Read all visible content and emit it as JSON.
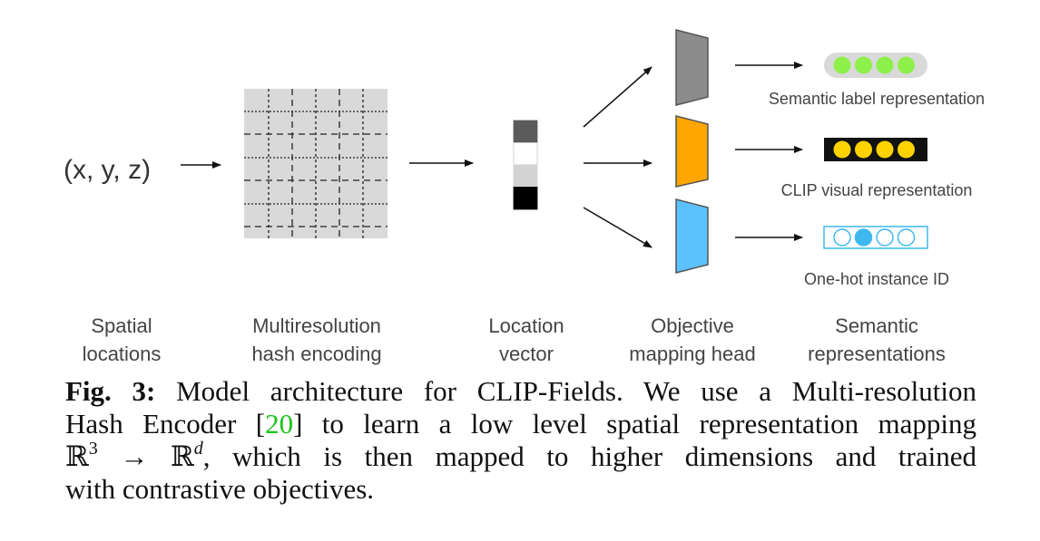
{
  "diagram": {
    "input_text": "(x, y, z)",
    "outputs": [
      {
        "label": "Semantic label representation",
        "style": "filled-green",
        "circles": 4,
        "color": "#8ef04a",
        "bg": "#d9d9d9"
      },
      {
        "label": "CLIP visual representation",
        "style": "filled-yellow",
        "circles": 4,
        "color": "#ffd200",
        "bg": "#111111"
      },
      {
        "label": "One-hot instance ID",
        "style": "one-hot",
        "circles": 4,
        "active_index": 1,
        "color": "#3fb8f0"
      }
    ],
    "heads": [
      {
        "color": "#8c8c8c"
      },
      {
        "color": "#ffa500"
      },
      {
        "color": "#5cc1ff"
      }
    ],
    "location_vector_cells": [
      "#5b5b5b",
      "#ffffff",
      "#d3d3d3",
      "#000000"
    ],
    "hash_grid_color": "#d9d9d9",
    "stage_labels": [
      {
        "line1": "Spatial",
        "line2": "locations"
      },
      {
        "line1": "Multiresolution",
        "line2": "hash encoding"
      },
      {
        "line1": "Location",
        "line2": "vector"
      },
      {
        "line1": "Objective",
        "line2": "mapping head"
      },
      {
        "line1": "Semantic",
        "line2": "representations"
      }
    ]
  },
  "caption": {
    "prefix": "Fig. 3:",
    "line1_text": " Model architecture for CLIP-Fields. We use a Multi-resolution",
    "line2_before_ref": "Hash Encoder [",
    "ref": "20",
    "line2_after_ref": "] to learn a low level spatial representation mapping",
    "math_lhs": "ℝ",
    "math_lhs_sup": "3",
    "math_arrow": " → ",
    "math_rhs": "ℝ",
    "math_rhs_sup": "d",
    "line3_text": ", which is then mapped to higher dimensions and trained",
    "line4_text": "with contrastive objectives."
  }
}
